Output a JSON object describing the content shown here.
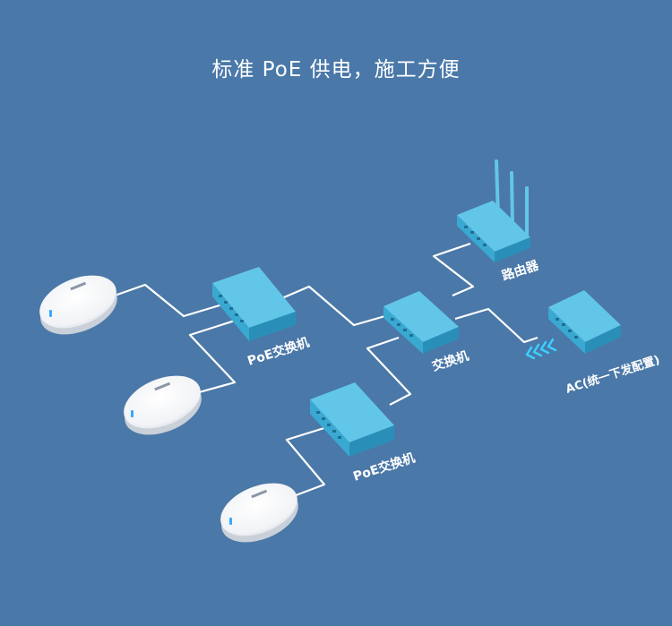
{
  "title": "标准 PoE 供电，施工方便",
  "labels": {
    "router": "路由器",
    "switch": "交换机",
    "poe_switch_top": "PoE交换机",
    "poe_switch_bottom": "PoE交换机",
    "ac": "AC(统一下发配置)"
  },
  "colors": {
    "background": "#4a78a8",
    "device_top": "#5ec4e6",
    "device_side": "#2f9cc4",
    "cable": "#ffffff",
    "signal": "#3ad0ff"
  }
}
